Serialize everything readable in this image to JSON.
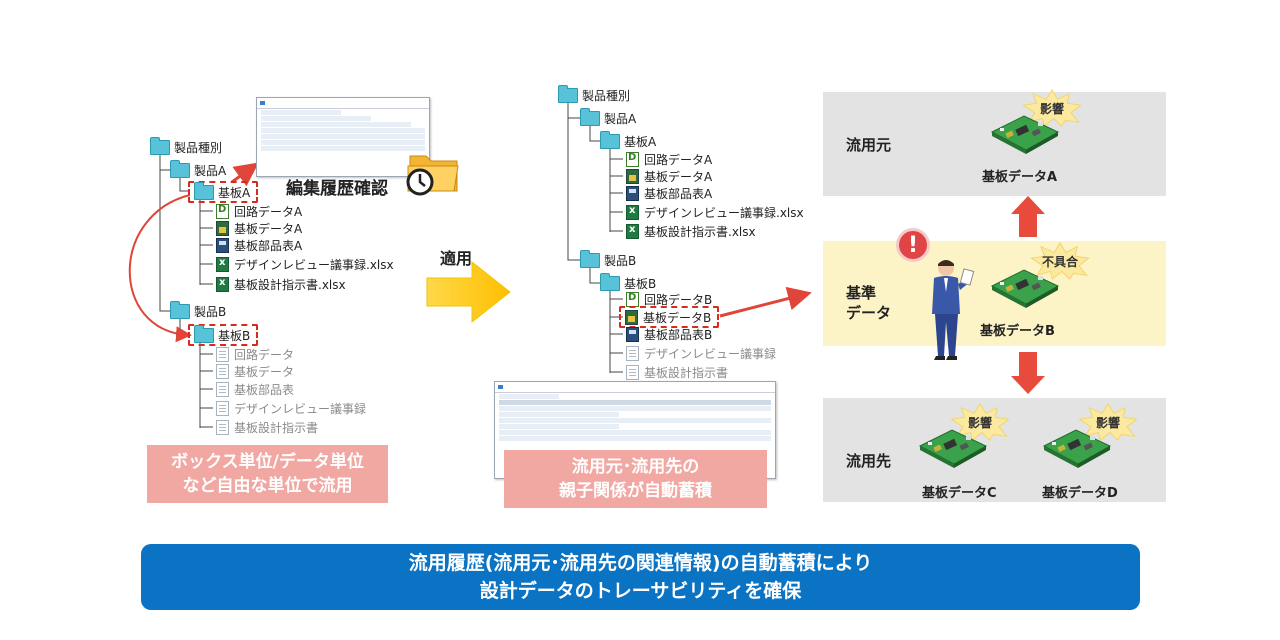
{
  "left_tree": {
    "root": "製品種別",
    "product_a": "製品A",
    "board_a": "基板A",
    "files_a": [
      "回路データA",
      "基板データA",
      "基板部品表A",
      "デザインレビュー議事録.xlsx",
      "基板設計指示書.xlsx"
    ],
    "product_b": "製品B",
    "board_b": "基板B",
    "files_b": [
      "回路データ",
      "基板データ",
      "基板部品表",
      "デザインレビュー議事録",
      "基板設計指示書"
    ]
  },
  "history_label": "編集履歴確認",
  "left_caption": [
    "ボックス単位/データ単位",
    "など自由な単位で流用"
  ],
  "apply_label": "適用",
  "mid_tree": {
    "root": "製品種別",
    "product_a": "製品A",
    "board_a": "基板A",
    "files_a": [
      "回路データA",
      "基板データA",
      "基板部品表A",
      "デザインレビュー議事録.xlsx",
      "基板設計指示書.xlsx"
    ],
    "product_b": "製品B",
    "board_b": "基板B",
    "files_b": [
      "回路データB",
      "基板データB",
      "基板部品表B",
      "デザインレビュー議事録",
      "基板設計指示書"
    ]
  },
  "mid_caption": [
    "流用元･流用先の",
    "親子関係が自動蓄積"
  ],
  "right": {
    "source": {
      "label": "流用元",
      "board": "基板データA",
      "burst": "影響"
    },
    "base": {
      "label_lines": [
        "基準",
        "データ"
      ],
      "board": "基板データB",
      "burst": "不具合",
      "alert": "!"
    },
    "target": {
      "label": "流用先",
      "boards": [
        "基板データC",
        "基板データD"
      ],
      "burst": "影響"
    }
  },
  "bottom_banner": [
    "流用履歴(流用元･流用先の関連情報)の自動蓄積により",
    "設計データのトレーサビリティを確保"
  ],
  "colors": {
    "folder": "#58c3d8",
    "red": "#d72b1e",
    "pink": "#f2a8a2",
    "panel_gray": "#e3e3e3",
    "panel_yellow": "#fcf3c6",
    "banner": "#0b73c4",
    "arrow_yellow": "#ffc400"
  }
}
